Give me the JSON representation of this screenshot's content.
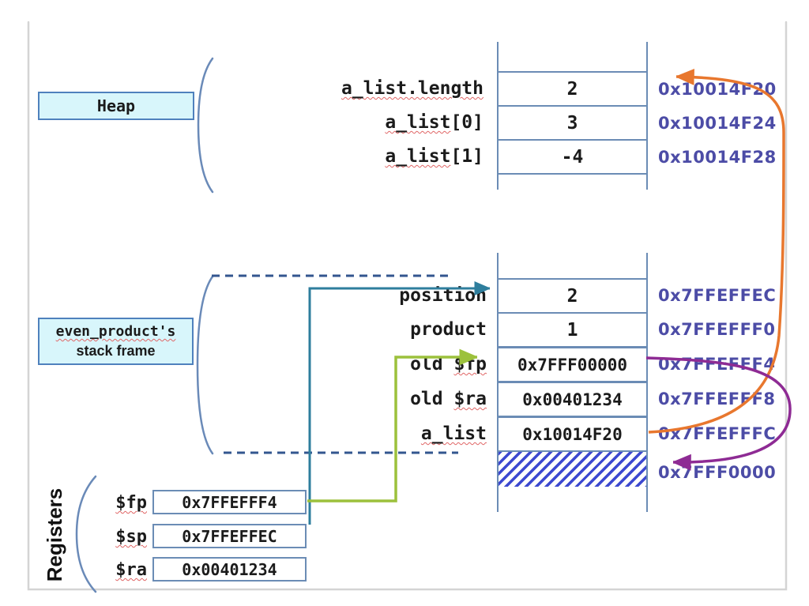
{
  "heap": {
    "box_label": "Heap",
    "rows": [
      {
        "pre": "",
        "wavy": "a_list.length",
        "post": "",
        "value": "2",
        "address": "0x10014F20"
      },
      {
        "pre": "",
        "wavy": "a_list",
        "post": "[0]",
        "value": "3",
        "address": "0x10014F24"
      },
      {
        "pre": "",
        "wavy": "a_list",
        "post": "[1]",
        "value": "-4",
        "address": "0x10014F28"
      }
    ]
  },
  "stack": {
    "box_label_line1": "even_product's",
    "box_label_line2": "stack frame",
    "rows": [
      {
        "pre": "position",
        "wavy": "",
        "post": "",
        "value": "2",
        "address": "0x7FFEFFEC"
      },
      {
        "pre": "product",
        "wavy": "",
        "post": "",
        "value": "1",
        "address": "0x7FFEFFF0"
      },
      {
        "pre": "old ",
        "wavy": "$fp",
        "post": "",
        "value": "0x7FFF00000",
        "address": "0x7FFEFFF4"
      },
      {
        "pre": "old ",
        "wavy": "$ra",
        "post": "",
        "value": "0x00401234",
        "address": "0x7FFEFFF8"
      },
      {
        "pre": "",
        "wavy": "a_list",
        "post": "",
        "value": "0x10014F20",
        "address": "0x7FFEFFFC"
      }
    ],
    "hatched_address": "0x7FFF0000"
  },
  "registers": {
    "label": "Registers",
    "rows": [
      {
        "pre": "",
        "wavy": "$fp",
        "post": "",
        "value": "0x7FFEFFF4"
      },
      {
        "pre": "",
        "wavy": "$sp",
        "post": "",
        "value": "0x7FFEFFEC"
      },
      {
        "pre": "",
        "wavy": "$ra",
        "post": "",
        "value": "0x00401234"
      }
    ]
  },
  "arrows": {
    "sp_arrow": {
      "color": "#2e7e9d",
      "from": "$sp register",
      "to": "position cell (0x7FFEFFEC)"
    },
    "fp_arrow": {
      "color": "#9cc13c",
      "from": "$fp register",
      "to": "old $fp cell (0x7FFEFFF4)"
    },
    "a_list_arrow": {
      "color": "#e8772e",
      "from": "a_list cell value 0x10014F20",
      "to": "heap cell 0x10014F20"
    },
    "old_fp_arrow": {
      "color": "#8e2b94",
      "from": "old $fp cell value",
      "to": "0x7FFF0000"
    }
  },
  "colors": {
    "address_text": "#4c4ca6",
    "table_line": "#6b8cb5",
    "cyan_box_bg": "#d8f6fb",
    "cyan_box_border": "#4f81bd",
    "dashed_line": "#33568f",
    "hatch_blue": "#3d49d0",
    "spellcheck_underline": "#e06666",
    "frame_gray": "#d4d4d4"
  }
}
